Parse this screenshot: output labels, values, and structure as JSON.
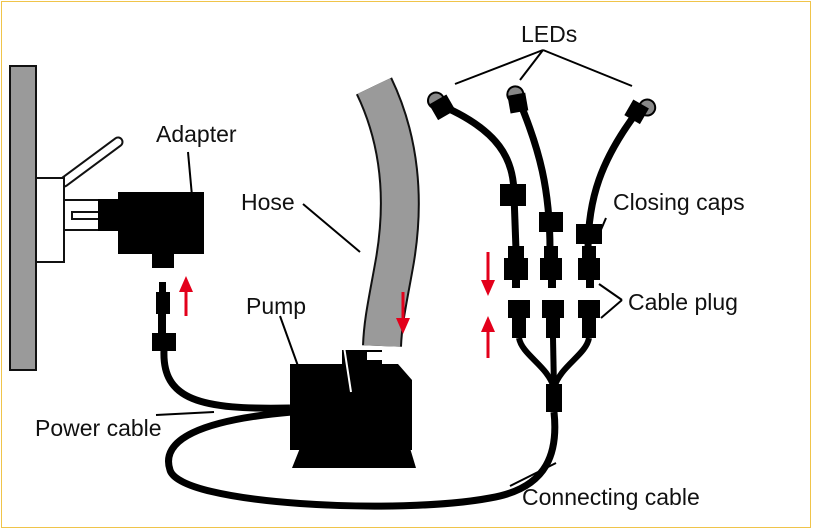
{
  "labels": {
    "leds": "LEDs",
    "adapter": "Adapter",
    "hose": "Hose",
    "closing_caps": "Closing caps",
    "cable_plug": "Cable plug",
    "pump": "Pump",
    "power_cable": "Power cable",
    "connecting_cable": "Connecting cable"
  },
  "colors": {
    "frame": "#f0c44a",
    "wall": "#9a9a9a",
    "hose": "#9a9a9a",
    "arrow": "#e3001b",
    "parts": "#000000"
  },
  "icons": {
    "arrow_up": "arrow-up-icon",
    "arrow_down": "arrow-down-icon"
  }
}
